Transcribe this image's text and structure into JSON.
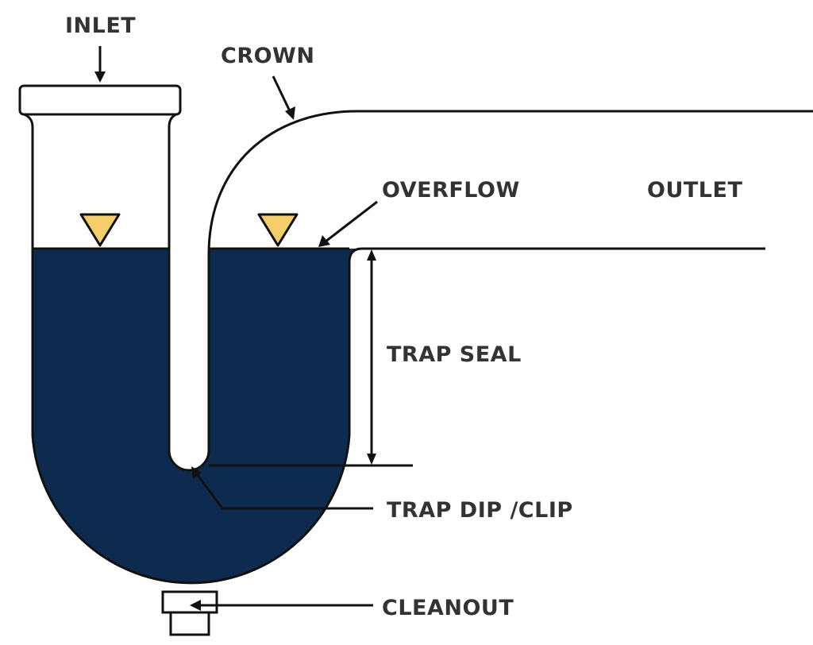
{
  "diagram": {
    "labels": {
      "inlet": "INLET",
      "crown": "CROWN",
      "overflow": "OVERFLOW",
      "outlet": "OUTLET",
      "trap_seal": "TRAP SEAL",
      "trap_dip": "TRAP DIP /CLIP",
      "cleanout": "CLEANOUT"
    },
    "colors": {
      "water": "#0d2b4f",
      "outline": "#111111",
      "level_marker": "#f5cd6a",
      "label_text": "#333333",
      "background": "#ffffff"
    }
  }
}
